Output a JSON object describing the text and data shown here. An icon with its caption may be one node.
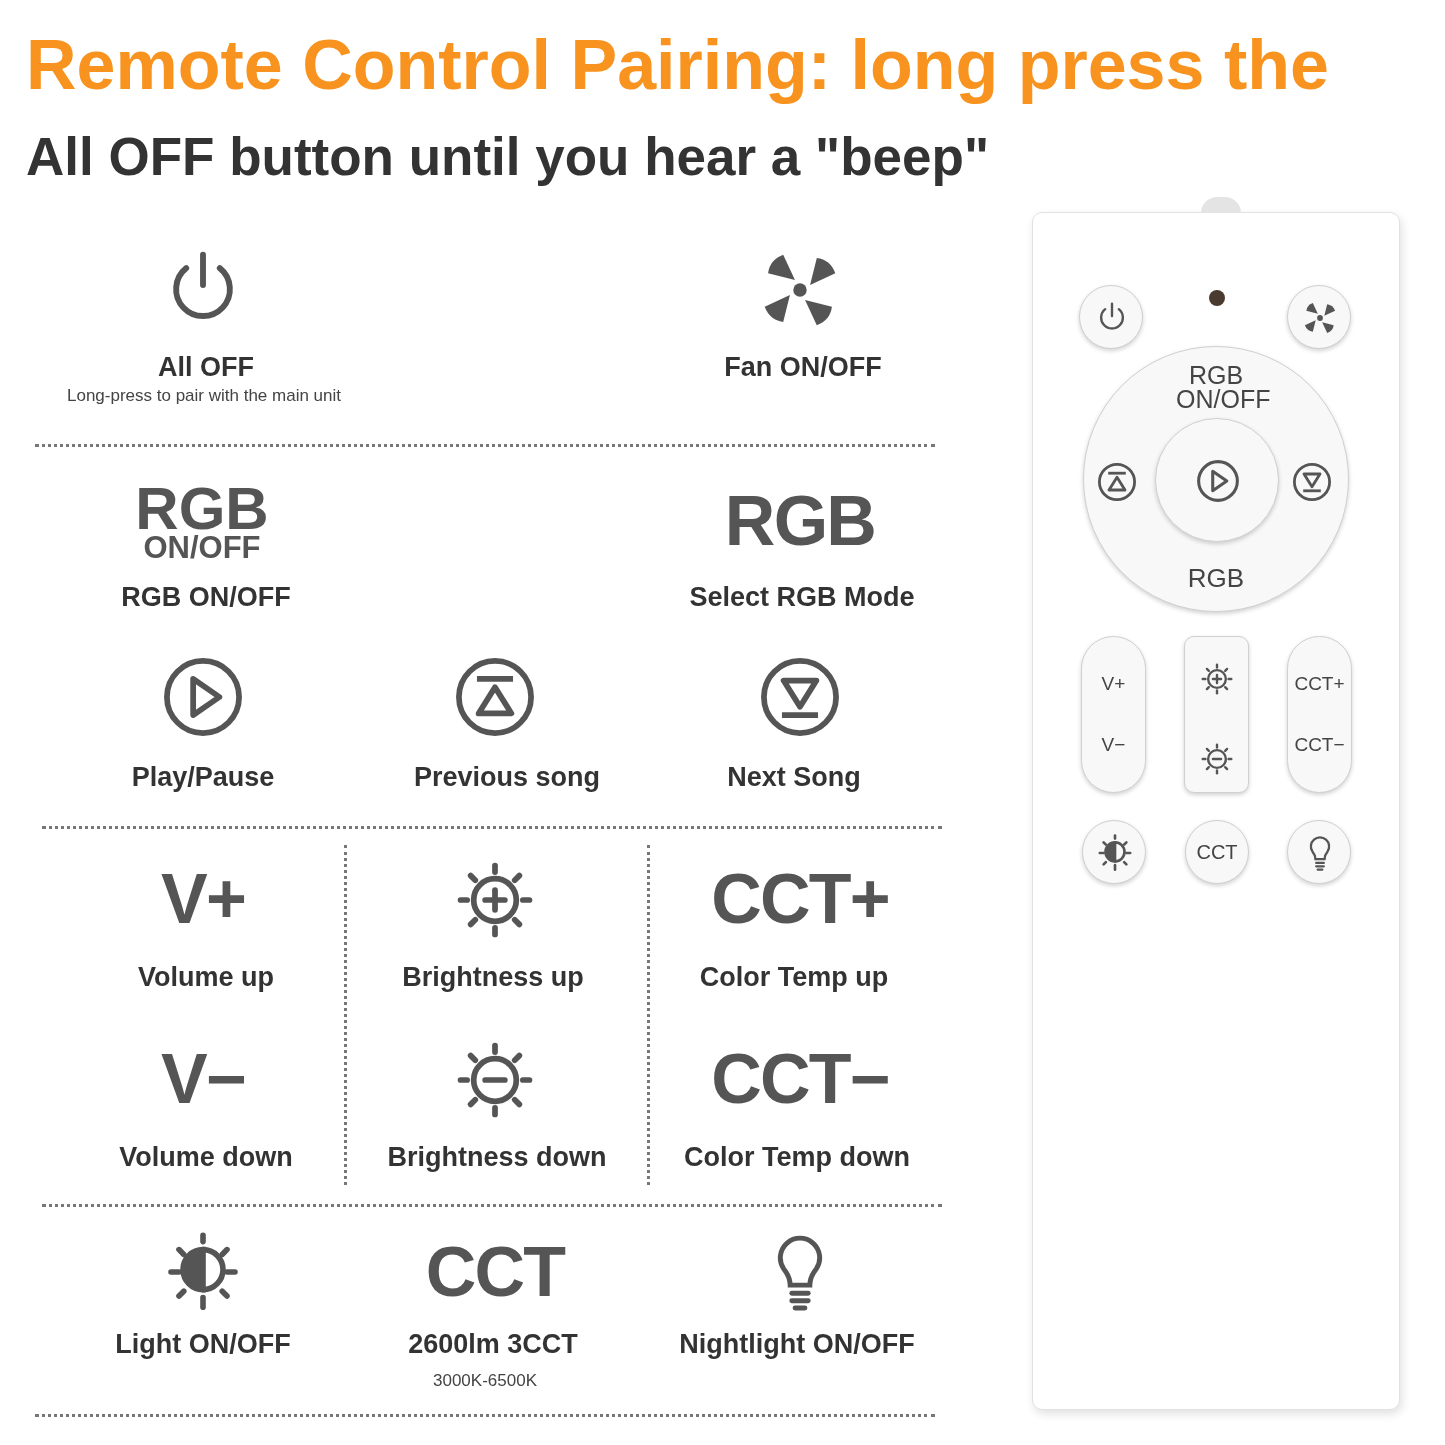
{
  "diagram": {
    "title": "Remote Control Pairing: long press the",
    "nodes": [
      {
        "text": [],
        "shape": "box"
      },
      {
        "text": [],
        "shape": "circle",
        "in": 0
      },
      {
        "text": [],
        "shape": "circle",
        "in": 0
      },
      {
        "text": [
          "RGB ON/OFF",
          "RGB"
        ],
        "in": 0
      },
      {
        "text": [],
        "shape": "circle",
        "in": 3
      },
      {
        "text": [
          "V+",
          "V−"
        ],
        "in": 0
      },
      {
        "text": [],
        "shape": "box",
        "in": 0
      },
      {
        "text": [
          "CCT+",
          "CCT−"
        ],
        "in": 0
      },
      {
        "text": [],
        "shape": "circle",
        "in": 0
      },
      {
        "text": [
          "CCT"
        ],
        "in": 0
      },
      {
        "text": [],
        "shape": "circle",
        "in": 0
      }
    ],
    "labels": [
      "All OFF button until you hear a \"beep\"",
      "All OFF",
      "Long-press to pair with the main unit",
      "Fan ON/OFF",
      "RGB",
      "ON/OFF",
      "RGB",
      "RGB ON/OFF",
      "Select RGB Mode",
      "Play/Pause",
      "Previous song",
      "Next Song",
      "V+",
      "CCT+",
      "Volume up",
      "Brightness up",
      "Color Temp up",
      "V−",
      "CCT−",
      "Volume down",
      "Brightness down",
      "Color Temp down",
      "CCT",
      "Light ON/OFF",
      "2600lm 3CCT",
      "Nightlight ON/OFF",
      "3000K-6500K"
    ]
  }
}
